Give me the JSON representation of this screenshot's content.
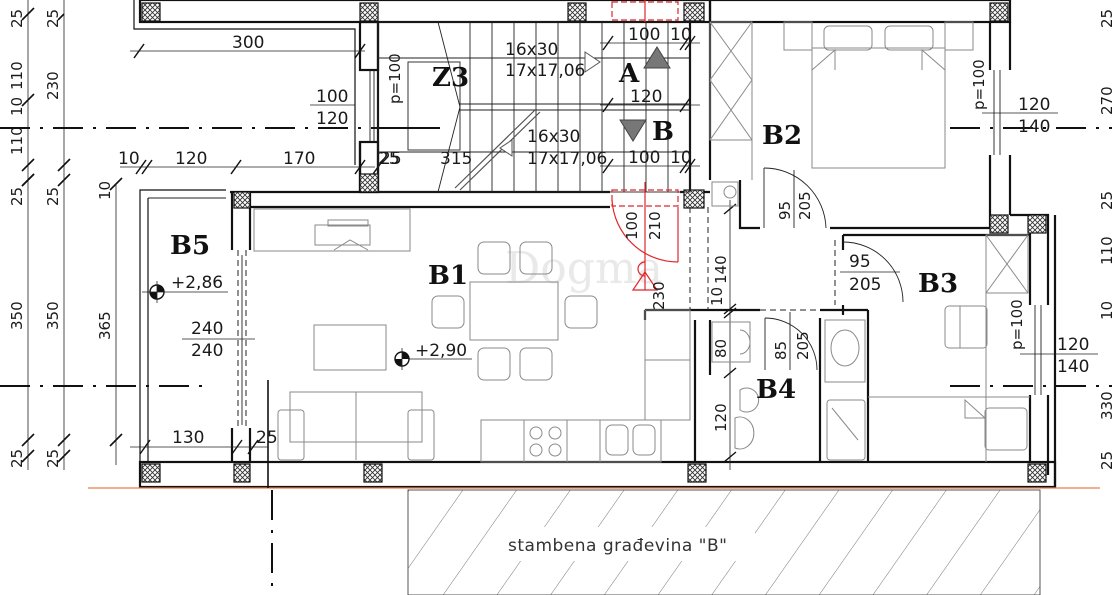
{
  "drawing": {
    "type": "architectural floor plan",
    "watermark": "Dogma",
    "neighbor_label": "stambena građevina \"B\"",
    "accent_colors": {
      "door_entry": "#e0262b",
      "boundary_line": "#e8804a",
      "walls": "#111111",
      "furniture": "#8a8a8a"
    }
  },
  "rooms": {
    "b1": {
      "label": "B1",
      "level": "+2,90"
    },
    "b2": {
      "label": "B2"
    },
    "b3": {
      "label": "B3"
    },
    "b4": {
      "label": "B4"
    },
    "b5": {
      "label": "B5",
      "level": "+2,86"
    },
    "z3": {
      "label": "Z3"
    }
  },
  "stair": {
    "flight_a": {
      "step": "16x30",
      "rise": "17x17,06"
    },
    "flight_b": {
      "step": "16x30",
      "rise": "17x17,06"
    },
    "landing_a": {
      "label": "A",
      "width": "100",
      "gap": "10",
      "depth": "120"
    },
    "landing_b": {
      "label": "B",
      "width": "100",
      "gap": "10"
    },
    "length": "315",
    "wall": "25"
  },
  "dimensions": {
    "left_outer": [
      "25",
      "110",
      "10",
      "110",
      "25",
      "350",
      "25"
    ],
    "left_inner": [
      "25",
      "230",
      "25",
      "350",
      "25"
    ],
    "left_third": [
      "10",
      "365"
    ],
    "top": {
      "terrace_width": "300",
      "seg_10": "10",
      "seg_120": "120",
      "seg_170": "170",
      "seg_25": "25"
    },
    "window_z3": {
      "parapet": "p=100",
      "w": "100",
      "h": "120"
    },
    "window_b2": {
      "parapet": "p=100",
      "w": "120",
      "h": "140"
    },
    "window_b3": {
      "parapet": "p=100",
      "w": "120",
      "h": "140"
    },
    "window_b5": {
      "w": "240",
      "h": "240"
    },
    "balcony": {
      "width": "130",
      "wall": "25"
    },
    "entry_door": {
      "w": "100",
      "h": "210",
      "hall": "230"
    },
    "door_b2": {
      "w": "95",
      "h": "205"
    },
    "door_b3": {
      "w": "95",
      "h": "205"
    },
    "door_b4": {
      "w": "85",
      "h": "205"
    },
    "hall": {
      "len": "140",
      "wall": "10"
    },
    "bath": {
      "a": "80",
      "b": "120"
    },
    "right_edge_partial": [
      "25",
      "270",
      "25",
      "110",
      "10",
      "330",
      "25"
    ]
  }
}
